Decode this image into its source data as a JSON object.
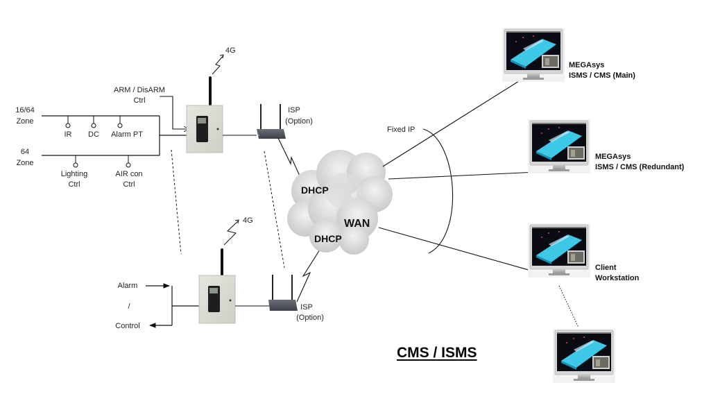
{
  "diagram": {
    "title": "CMS / ISMS",
    "site1": {
      "zone_top": [
        "16/64",
        "Zone"
      ],
      "zone_bottom": [
        "64",
        "Zone"
      ],
      "top_sensors": [
        "IR",
        "DC",
        "Alarm PT"
      ],
      "bottom_outputs": [
        [
          "Lighting",
          "Ctrl"
        ],
        [
          "AIR con",
          "Ctrl"
        ]
      ],
      "arm_label": [
        "ARM / DisARM",
        "Ctrl"
      ],
      "wireless_label": "4G",
      "router_label": [
        "ISP",
        "(Option)"
      ]
    },
    "site2": {
      "io_labels": [
        "Alarm",
        "/",
        "Control"
      ],
      "wireless_label": "4G",
      "router_label": [
        "ISP",
        "(Option)"
      ]
    },
    "network": {
      "cloud_label": "WAN",
      "dhcp_labels": [
        "DHCP",
        "DHCP"
      ],
      "fixed_ip_label": "Fixed IP"
    },
    "stations": [
      {
        "name": "main",
        "label": [
          "MEGAsys",
          "ISMS / CMS (Main)"
        ]
      },
      {
        "name": "redundant",
        "label": [
          "MEGAsys",
          "ISMS / CMS (Redundant)"
        ]
      },
      {
        "name": "client",
        "label": [
          "Client",
          "Workstation"
        ]
      },
      {
        "name": "extra",
        "label": []
      }
    ],
    "colors": {
      "line": "#111111",
      "panel": "#dcdcd4",
      "keypad": "#1e1e1e",
      "router": "#555a63",
      "cloud": "#d8d8d8",
      "screen_bg": "#0b0b14",
      "floor_plan": "#3cc8e6",
      "monitor_frame": "#d9d9d9"
    }
  }
}
